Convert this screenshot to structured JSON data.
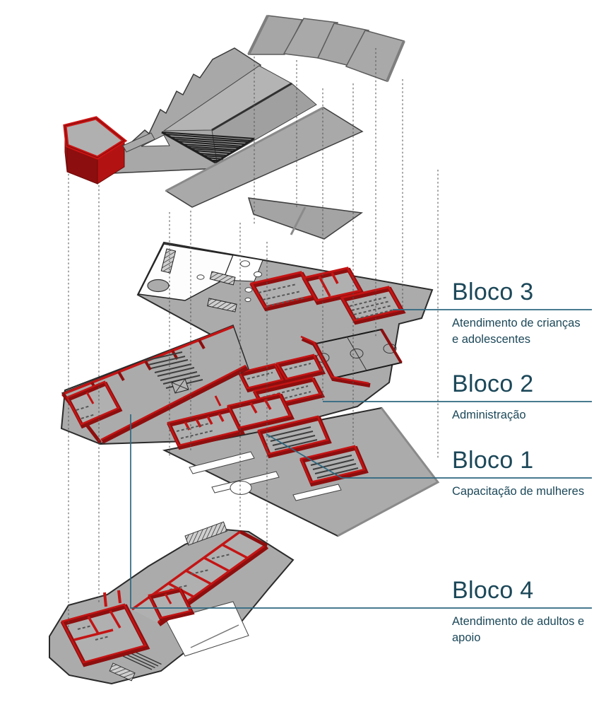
{
  "colors": {
    "accent_red": "#c41414",
    "dark_red": "#8e0e0e",
    "label_text": "#1c4859",
    "leader_line": "#2e6880",
    "plate_gray": "#ababab",
    "background": "#ffffff"
  },
  "labels": {
    "bloco3": {
      "title": "Bloco 3",
      "subtitle": "Atendimento de crianças e adolescentes"
    },
    "bloco2": {
      "title": "Bloco 2",
      "subtitle": "Administração"
    },
    "bloco1": {
      "title": "Bloco 1",
      "subtitle": "Capacitação de mulheres"
    },
    "bloco4": {
      "title": "Bloco 4",
      "subtitle": "Atendimento de adultos e apoio"
    }
  }
}
